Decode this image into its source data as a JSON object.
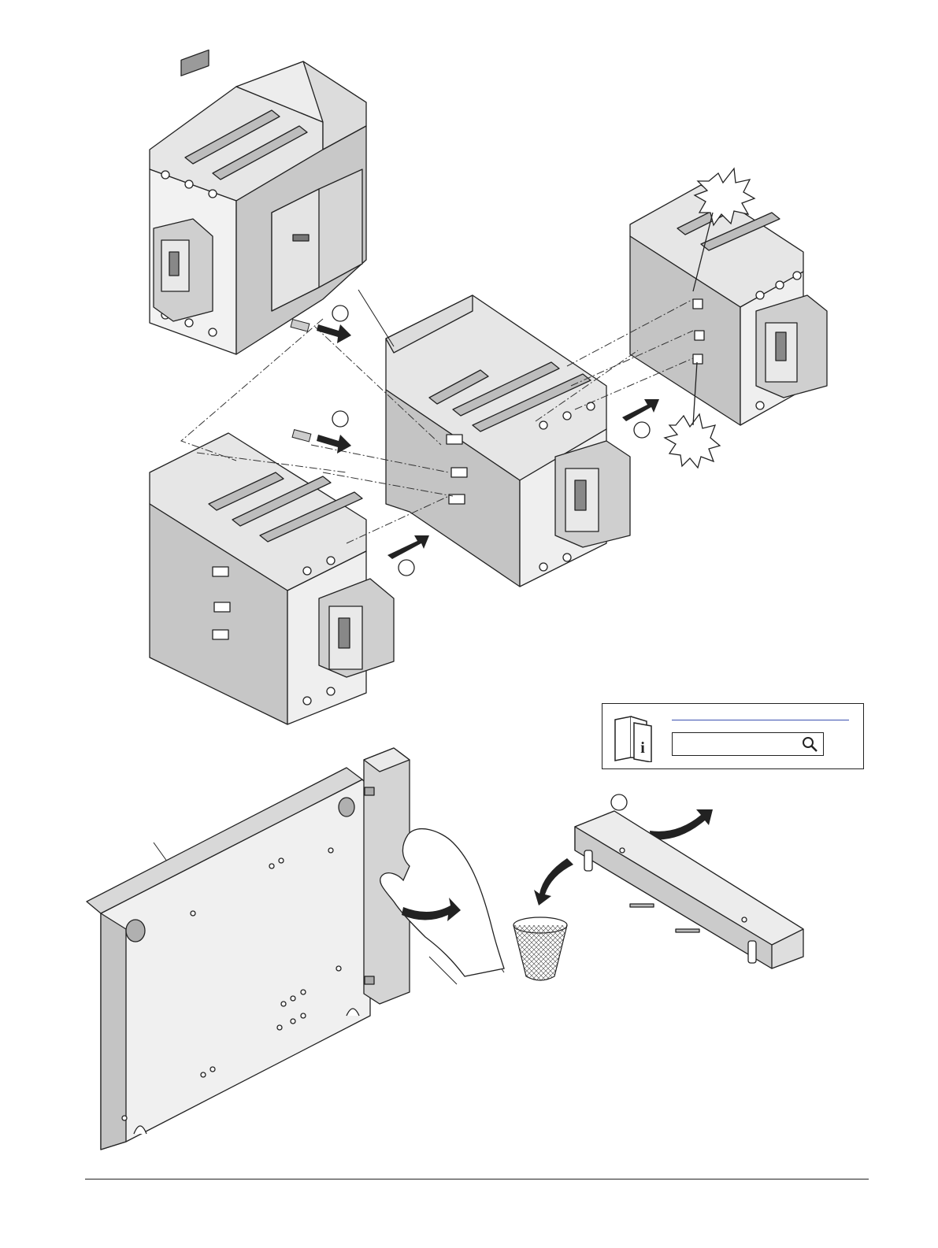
{
  "title": "",
  "info_box": {
    "link_text": "",
    "search_placeholder": "",
    "icons": [
      "info-manual-icon",
      "magnifier-icon"
    ]
  },
  "step_markers": [
    {
      "id": "step-1",
      "label": ""
    },
    {
      "id": "step-2",
      "label": ""
    },
    {
      "id": "step-3",
      "label": ""
    },
    {
      "id": "step-4",
      "label": ""
    },
    {
      "id": "step-5",
      "label": ""
    }
  ],
  "callouts": [
    "click-burst-upper",
    "click-burst-lower"
  ],
  "footer": {
    "text": ""
  },
  "colors": {
    "device_gray": "#c8c8c8",
    "device_light": "#e8e8e8",
    "line": "#222222",
    "link": "#3a4fb0"
  }
}
